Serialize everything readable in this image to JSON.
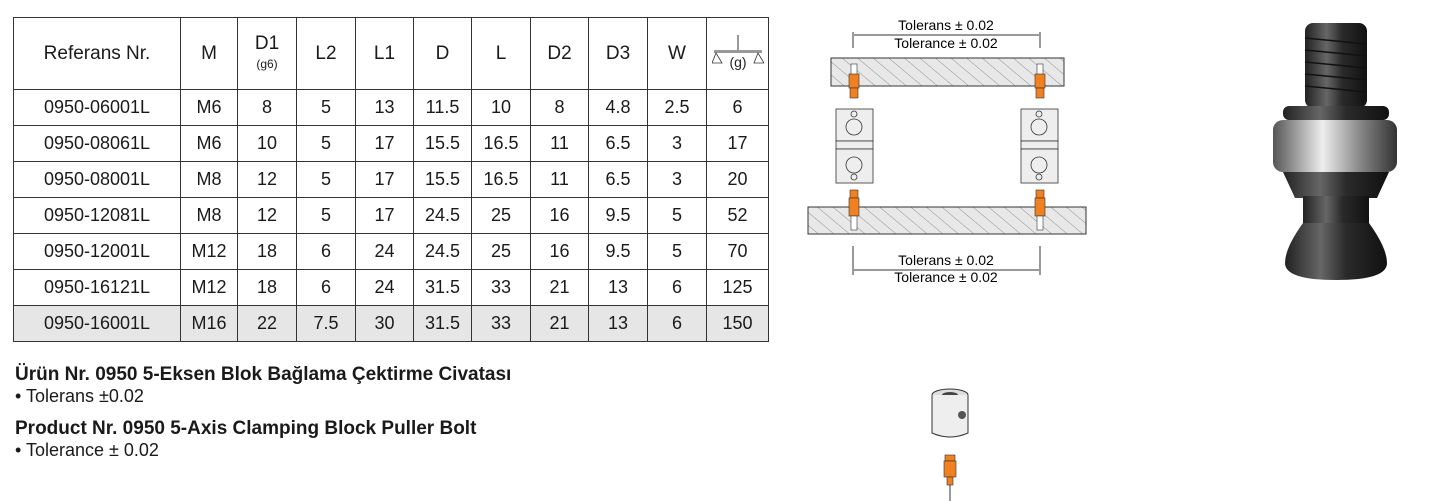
{
  "table": {
    "headers": [
      "Referans Nr.",
      "M",
      "D1",
      "L2",
      "L1",
      "D",
      "L",
      "D2",
      "D3",
      "W",
      "(g)"
    ],
    "d1_sub": "(g6)",
    "weight_icon": "scale-icon",
    "rows": [
      [
        "0950-06001L",
        "M6",
        "8",
        "5",
        "13",
        "11.5",
        "10",
        "8",
        "4.8",
        "2.5",
        "6"
      ],
      [
        "0950-08061L",
        "M6",
        "10",
        "5",
        "17",
        "15.5",
        "16.5",
        "11",
        "6.5",
        "3",
        "17"
      ],
      [
        "0950-08001L",
        "M8",
        "12",
        "5",
        "17",
        "15.5",
        "16.5",
        "11",
        "6.5",
        "3",
        "20"
      ],
      [
        "0950-12081L",
        "M8",
        "12",
        "5",
        "17",
        "24.5",
        "25",
        "16",
        "9.5",
        "5",
        "52"
      ],
      [
        "0950-12001L",
        "M12",
        "18",
        "6",
        "24",
        "24.5",
        "25",
        "16",
        "9.5",
        "5",
        "70"
      ],
      [
        "0950-16121L",
        "M12",
        "18",
        "6",
        "24",
        "31.5",
        "33",
        "21",
        "13",
        "6",
        "125"
      ],
      [
        "0950-16001L",
        "M16",
        "22",
        "7.5",
        "30",
        "31.5",
        "33",
        "21",
        "13",
        "6",
        "150"
      ]
    ]
  },
  "caption": {
    "tr_title": "Ürün Nr. 0950  5-Eksen Blok Bağlama Çektirme Civatası",
    "tr_bullet": "• Tolerans ±0.02",
    "en_title": "Product Nr. 0950  5-Axis Clamping Block Puller Bolt",
    "en_bullet": "• Tolerance ± 0.02"
  },
  "diagram": {
    "top_tr": "Tolerans ± 0.02",
    "top_en": "Tolerance ± 0.02",
    "bot_tr": "Tolerans ± 0.02",
    "bot_en": "Tolerance ± 0.02"
  },
  "colors": {
    "accent": "#f08020"
  }
}
